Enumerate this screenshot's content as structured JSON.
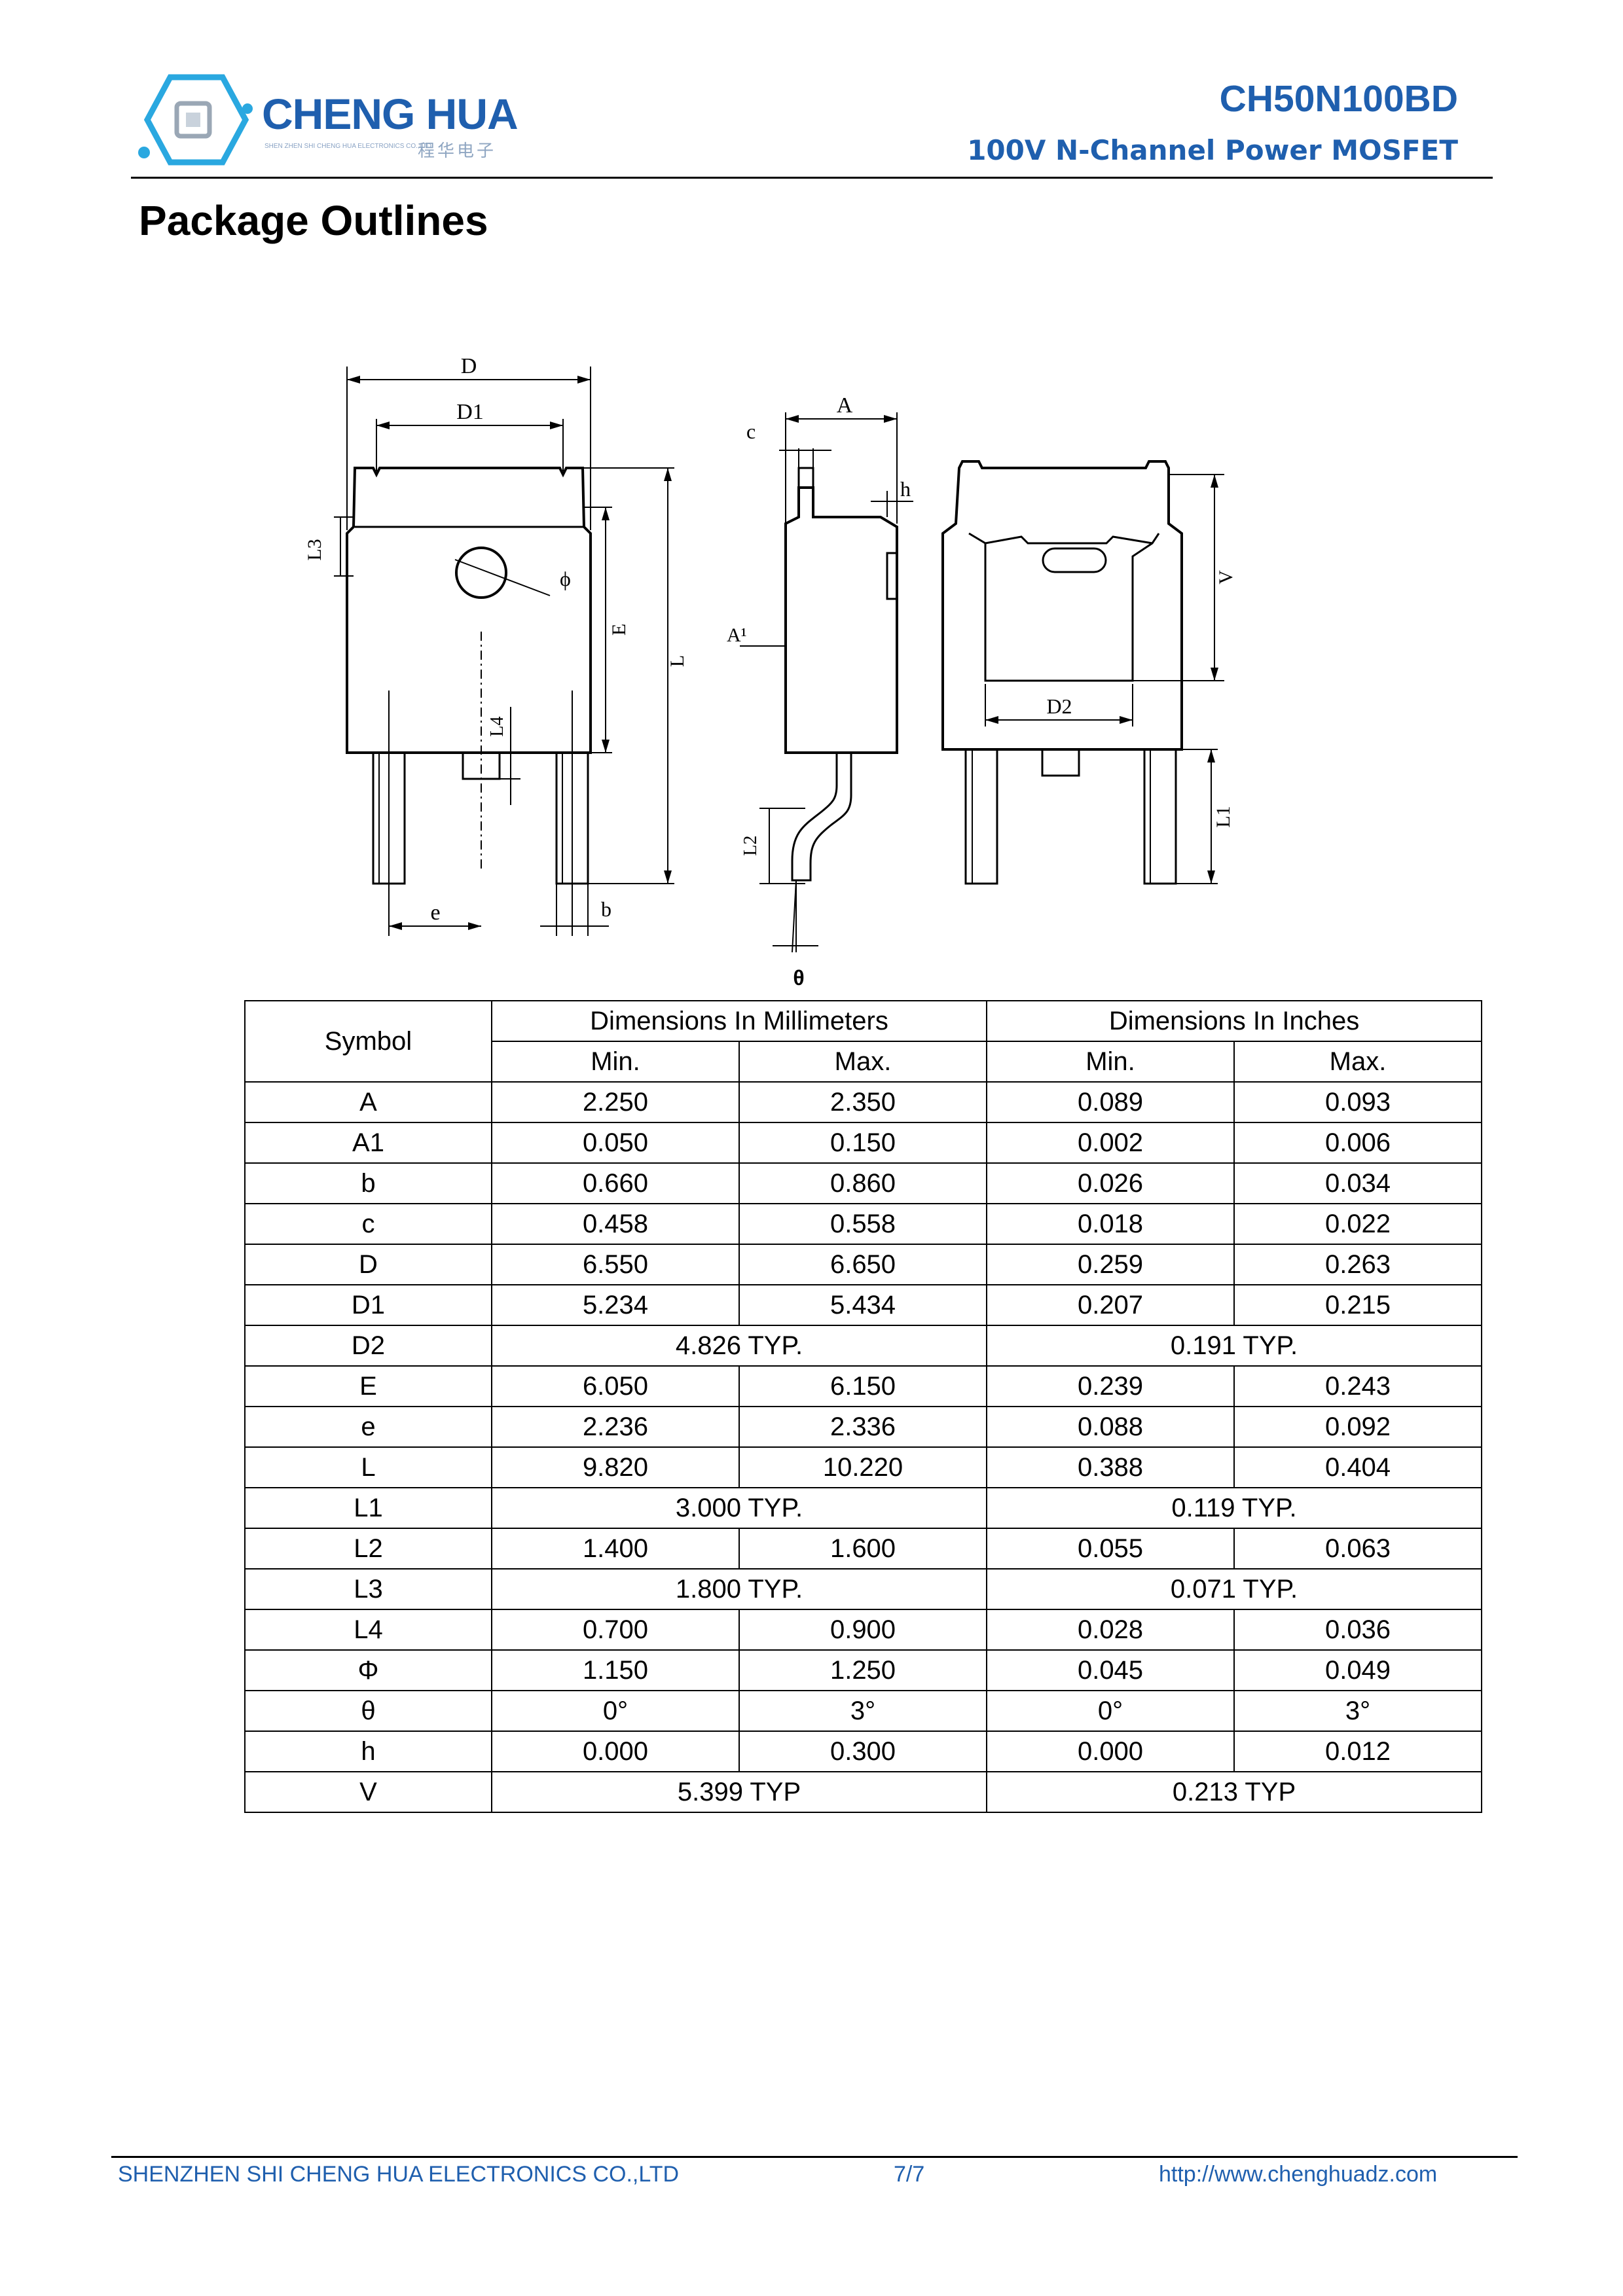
{
  "header": {
    "logo_name": "CHENG HUA",
    "logo_subtitle": "SHEN ZHEN SHI CHENG HUA ELECTRONICS CO.,LTD",
    "logo_chinese": "程华电子",
    "part_number": "CH50N100BD",
    "part_description": "100V N-Channel Power MOSFET"
  },
  "section_title": "Package Outlines",
  "drawing_labels": {
    "D": "D",
    "D1": "D1",
    "L3": "L3",
    "phi": "ϕ",
    "E": "E",
    "L": "L",
    "L4": "L4",
    "e": "e",
    "b": "b",
    "A": "A",
    "c": "c",
    "h": "h",
    "A1": "A¹",
    "L2": "L2",
    "theta": "θ",
    "V": "V",
    "D2": "D2",
    "L1": "L1"
  },
  "table": {
    "symbol_header": "Symbol",
    "mm_header": "Dimensions In Millimeters",
    "in_header": "Dimensions In Inches",
    "min_label": "Min.",
    "max_label": "Max.",
    "rows": [
      {
        "symbol": "A",
        "mm_min": "2.250",
        "mm_max": "2.350",
        "in_min": "0.089",
        "in_max": "0.093"
      },
      {
        "symbol": "A1",
        "mm_min": "0.050",
        "mm_max": "0.150",
        "in_min": "0.002",
        "in_max": "0.006"
      },
      {
        "symbol": "b",
        "mm_min": "0.660",
        "mm_max": "0.860",
        "in_min": "0.026",
        "in_max": "0.034"
      },
      {
        "symbol": "c",
        "mm_min": "0.458",
        "mm_max": "0.558",
        "in_min": "0.018",
        "in_max": "0.022"
      },
      {
        "symbol": "D",
        "mm_min": "6.550",
        "mm_max": "6.650",
        "in_min": "0.259",
        "in_max": "0.263"
      },
      {
        "symbol": "D1",
        "mm_min": "5.234",
        "mm_max": "5.434",
        "in_min": "0.207",
        "in_max": "0.215"
      },
      {
        "symbol": "D2",
        "mm_typ": "4.826 TYP.",
        "in_typ": "0.191 TYP."
      },
      {
        "symbol": "E",
        "mm_min": "6.050",
        "mm_max": "6.150",
        "in_min": "0.239",
        "in_max": "0.243"
      },
      {
        "symbol": "e",
        "mm_min": "2.236",
        "mm_max": "2.336",
        "in_min": "0.088",
        "in_max": "0.092"
      },
      {
        "symbol": "L",
        "mm_min": "9.820",
        "mm_max": "10.220",
        "in_min": "0.388",
        "in_max": "0.404"
      },
      {
        "symbol": "L1",
        "mm_typ": "3.000 TYP.",
        "in_typ": "0.119 TYP."
      },
      {
        "symbol": "L2",
        "mm_min": "1.400",
        "mm_max": "1.600",
        "in_min": "0.055",
        "in_max": "0.063"
      },
      {
        "symbol": "L3",
        "mm_typ": "1.800 TYP.",
        "in_typ": "0.071 TYP."
      },
      {
        "symbol": "L4",
        "mm_min": "0.700",
        "mm_max": "0.900",
        "in_min": "0.028",
        "in_max": "0.036"
      },
      {
        "symbol": "Φ",
        "mm_min": "1.150",
        "mm_max": "1.250",
        "in_min": "0.045",
        "in_max": "0.049"
      },
      {
        "symbol": "θ",
        "mm_min": "0°",
        "mm_max": "3°",
        "in_min": "0°",
        "in_max": "3°"
      },
      {
        "symbol": "h",
        "mm_min": "0.000",
        "mm_max": "0.300",
        "in_min": "0.000",
        "in_max": "0.012"
      },
      {
        "symbol": "V",
        "mm_typ": "5.399 TYP",
        "in_typ": "0.213 TYP"
      }
    ]
  },
  "footer": {
    "company": "SHENZHEN SHI CHENG HUA ELECTRONICS CO.,LTD",
    "page": "7/7",
    "url": "http://www.chenghuadz.com"
  },
  "colors": {
    "brand_blue": "#1f5fae"
  }
}
